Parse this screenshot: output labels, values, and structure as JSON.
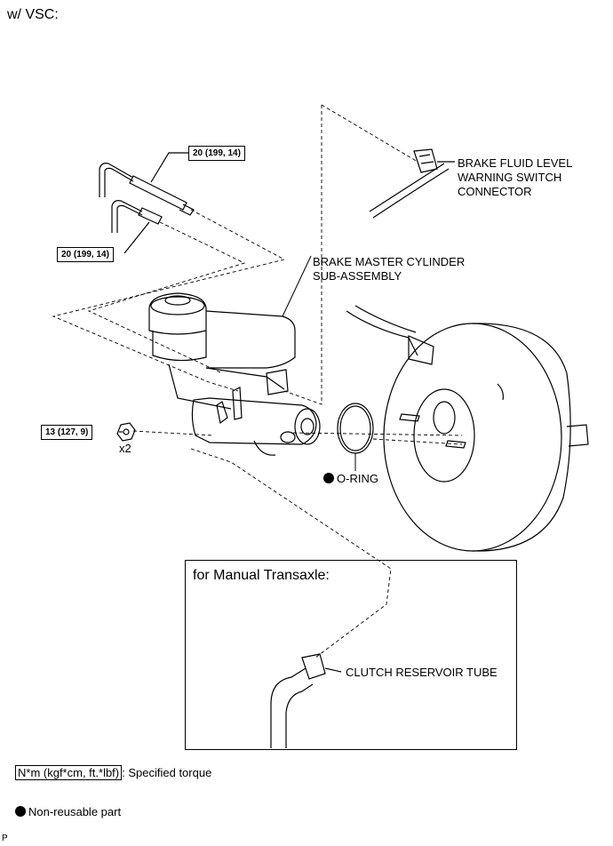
{
  "heading": "w/ VSC:",
  "torque": {
    "upper_pipe": "20 (199, 14)",
    "lower_pipe": "20 (199, 14)",
    "nut": "13 (127, 9)"
  },
  "quantity": "x2",
  "labels": {
    "warning_switch_line1": "BRAKE FLUID LEVEL",
    "warning_switch_line2": "WARNING SWITCH",
    "warning_switch_line3": "CONNECTOR",
    "master_cylinder_line1": "BRAKE MASTER CYLINDER",
    "master_cylinder_line2": "SUB-ASSEMBLY",
    "o_ring": "O-RING"
  },
  "inset": {
    "title": "for Manual Transaxle:",
    "clutch_tube": "CLUTCH RESERVOIR TUBE"
  },
  "legend": {
    "torque_unit": "N*m (kgf*cm, ft.*lbf)",
    "torque_desc": ": Specified torque",
    "non_reusable": "Non-reusable part"
  },
  "footer_code": "P"
}
